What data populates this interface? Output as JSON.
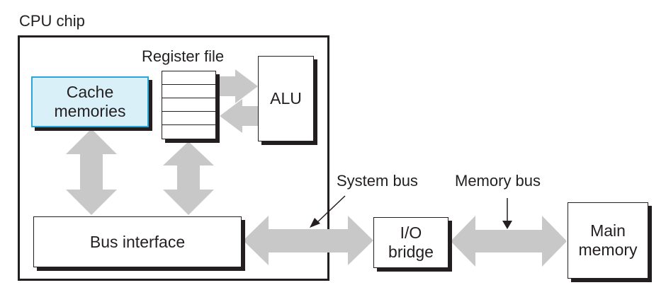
{
  "diagram": {
    "title": "CPU chip",
    "components": {
      "register_file": {
        "label": "Register file",
        "rows": 5
      },
      "alu": {
        "label": "ALU"
      },
      "cache": {
        "line1": "Cache",
        "line2": "memories"
      },
      "bus_interface": {
        "label": "Bus interface"
      },
      "io_bridge": {
        "line1": "I/O",
        "line2": "bridge"
      },
      "main_memory": {
        "line1": "Main",
        "line2": "memory"
      }
    },
    "buses": {
      "system_bus": "System bus",
      "memory_bus": "Memory bus"
    },
    "colors": {
      "arrow_fill": "#c8c8c8",
      "cache_fill": "#d9f0f8",
      "cache_border": "#29a8d8",
      "outline": "#231f20"
    }
  }
}
